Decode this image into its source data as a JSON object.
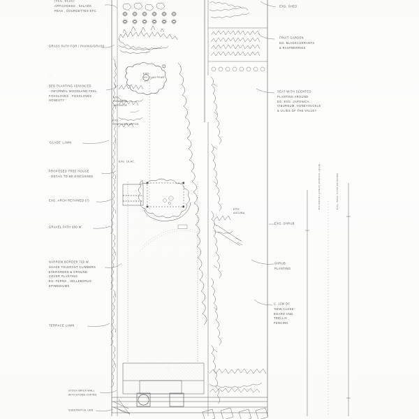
{
  "document": {
    "kind": "landscape-garden-plan",
    "paper_color": "#fdfdfc",
    "ink_color": "#4a4a4a"
  },
  "left_annotations": [
    {
      "id": "veg-beds",
      "text": "(VEG. BEDS)\nARTICHOKES , SALADS\nPEAS , COURGETTES ETC."
    },
    {
      "id": "grass-path",
      "text": "GRASS PATH FOR / PAVING/GRASS"
    },
    {
      "id": "bed-planting",
      "text": "BED PLANTING ADVANCED\n- INFORMAL WOODLAND FEEL\nFOXGLOVES , FOXGLOVES ,\nHONESTY"
    },
    {
      "id": "glade-lawn",
      "text": "'GLADE' LAWN"
    },
    {
      "id": "tree-house",
      "text": "PROPOSED TREE HOUSE\n- DETAIL TO BE DISCUSSED"
    },
    {
      "id": "exg-arch",
      "text": "EXG. ARCH RETAINED (?)"
    },
    {
      "id": "gravel-path",
      "text": "GRAVEL PATH 900 w."
    },
    {
      "id": "narrow-border",
      "text": "NARROW BORDER 700 w.\nSHADE TOLERANT CLIMBERS\nEVERGREEN & GROUND\nCOVER PLANTING\nEG. FERNS , HELLEBORUS\nEPIMEDIUMS"
    },
    {
      "id": "terrace-lawn",
      "text": "TERRACE LAWN"
    },
    {
      "id": "stock-brick-wall",
      "text": "STOCK BRICK WALL\nWITH STONE COPING"
    },
    {
      "id": "substantial-urn",
      "text": "SUBSTANTIAL URN"
    }
  ],
  "right_annotations": [
    {
      "id": "exg-shed",
      "text": "EXG. SHED"
    },
    {
      "id": "fruit-garden",
      "text": "FRUIT GARDEN\nEG. BLACKCURRANTS\n& RASPBERRIES"
    },
    {
      "id": "scented-seat",
      "text": "SEAT WITH SCENTED\nPLANTING AROUND\nEG. EXG. JAPONICA,\nVIBURNUM, HONEYSUCKLE\n& LILIES OF THE VALLEY"
    },
    {
      "id": "exg-shrub",
      "text": "EXG. SHRUB"
    },
    {
      "id": "shrub-planting",
      "text": "SHRUB\nPLANTING"
    },
    {
      "id": "new-fencing",
      "text": "C. 12m OF\n'NEW CLOSE'\nBOARD AND\nTRELLIS\nFENCING"
    }
  ],
  "plan_labels": [
    {
      "id": "exg-ivy-clad-pear",
      "text": "EXG.\nIVY CLAD PEAR"
    },
    {
      "id": "exg-rhamnus-japonica",
      "text": "EXG.\nRHAMNUS\nJAPONICA"
    },
    {
      "id": "exg-symphoricarpos",
      "text": "EXG.\nSYMPHORICARPOS"
    },
    {
      "id": "exg-lilac",
      "text": "EXG. LILAC."
    },
    {
      "id": "exg-aucuba",
      "text": "EXG.\nAUCUBA"
    }
  ],
  "vertical_notes": [
    {
      "id": "boundary-note",
      "text": "BOUNDARY LINE AT APPROX. LEVEL"
    },
    {
      "id": "wall-note",
      "text": "EXG. WALL TO BE RETAINED"
    }
  ]
}
